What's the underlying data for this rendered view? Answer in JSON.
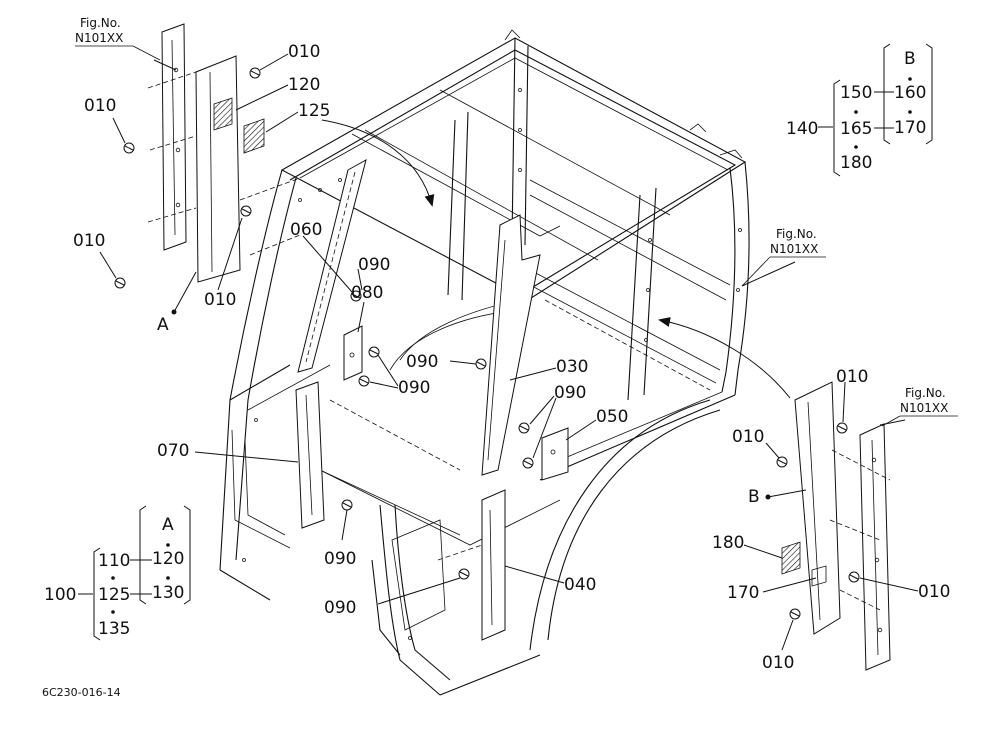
{
  "drawing_code": "6C230-016-14",
  "fig_refs": [
    {
      "label": "Fig.No.",
      "number": "N101XX"
    },
    {
      "label": "Fig.No.",
      "number": "N101XX"
    },
    {
      "label": "Fig.No.",
      "number": "N101XX"
    }
  ],
  "callouts": {
    "left_010_top": "010",
    "left_120": "120",
    "left_125": "125",
    "left_010_mid": "010",
    "left_010_low": "010",
    "left_010_right": "010",
    "left_A": "A",
    "c060": "060",
    "c090_a": "090",
    "c080": "080",
    "c090_b": "090",
    "c090_c": "090",
    "c030": "030",
    "c090_d": "090",
    "c050": "050",
    "c070": "070",
    "c090_e": "090",
    "c090_f": "090",
    "c040": "040",
    "right_010_top": "010",
    "right_010_left": "010",
    "right_B": "B",
    "right_180": "180",
    "right_170": "170",
    "right_010_right": "010",
    "right_010_bottom": "010"
  },
  "legend_A": {
    "group": "100",
    "head": "A",
    "col1": [
      "110",
      "125",
      "135"
    ],
    "col2": [
      "120",
      "130"
    ]
  },
  "legend_B": {
    "group": "140",
    "head": "B",
    "col1": [
      "150",
      "165",
      "180"
    ],
    "col2": [
      "160",
      "170"
    ]
  }
}
